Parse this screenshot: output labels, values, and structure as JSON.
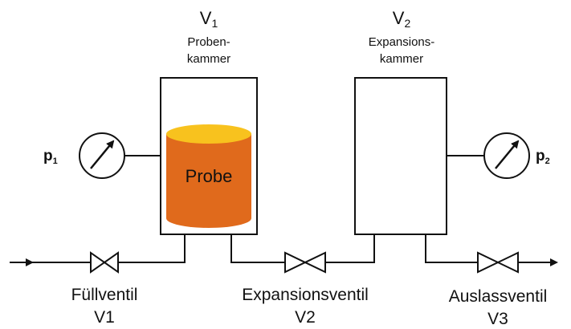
{
  "chambers": {
    "v1": {
      "symbol": "V",
      "subscript": "1",
      "line1": "Proben-",
      "line2": "kammer"
    },
    "v2": {
      "symbol": "V",
      "subscript": "2",
      "line1": "Expansions-",
      "line2": "kammer"
    }
  },
  "sample": {
    "label": "Probe",
    "body_color": "#e06a1c",
    "top_color": "#f8c21e"
  },
  "gauges": {
    "p1": {
      "symbol": "p",
      "subscript": "1"
    },
    "p2": {
      "symbol": "p",
      "subscript": "2"
    }
  },
  "valves": {
    "fill": {
      "name": "Füllventil",
      "id": "V1"
    },
    "expansion": {
      "name": "Expansionsventil",
      "id": "V2"
    },
    "outlet": {
      "name": "Auslassventil",
      "id": "V3"
    }
  }
}
